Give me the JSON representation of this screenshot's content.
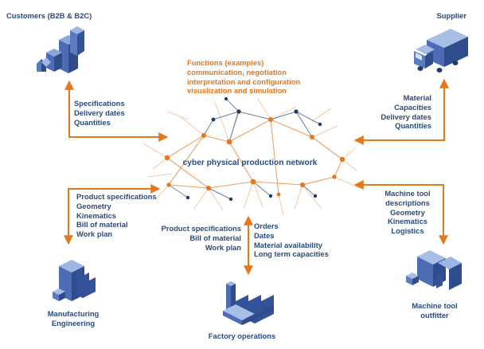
{
  "nodes": {
    "customers": {
      "title": "Customers (B2B & B2C)",
      "items": [
        "Specifications",
        "Delivery dates",
        "Quantities"
      ]
    },
    "supplier": {
      "title": "Supplier",
      "items": [
        "Material",
        "Capacities",
        "Delivery dates",
        "Quantities"
      ]
    },
    "functions": {
      "title": "Functions (examples)",
      "items": [
        "communication, negotiation",
        "interpretation and configuration",
        "visualization and simulation"
      ]
    },
    "network": {
      "label": "cyber physical production network"
    },
    "manufacturing": {
      "title_lines": [
        "Manufacturing",
        "Engineering"
      ],
      "items": [
        "Product specifications",
        "Geometry",
        "Kinematics",
        "Bill of material",
        "Work plan"
      ]
    },
    "factory": {
      "title": "Factory operations",
      "left_items": [
        "Product specifications",
        "Bill of material",
        "Work plan"
      ],
      "right_items": [
        "Orders",
        "Dates",
        "Material availability",
        "Long term capacities"
      ]
    },
    "outfitter": {
      "title_lines": [
        "Machine tool",
        "outfitter"
      ],
      "items": [
        "Machine tool",
        "descriptions",
        "Geometry",
        "Kinematics",
        "Logistics"
      ]
    }
  },
  "icons": {
    "customers": "city-buildings-icon",
    "supplier": "delivery-truck-icon",
    "manufacturing": "manufacturing-plant-icon",
    "factory": "factory-chimney-icon",
    "outfitter": "machine-tool-icon",
    "network": "network-graph-icon"
  },
  "colors": {
    "text_blue": "#2b4a82",
    "accent_orange": "#e5771d",
    "icon_blue": "#4c6db3"
  }
}
